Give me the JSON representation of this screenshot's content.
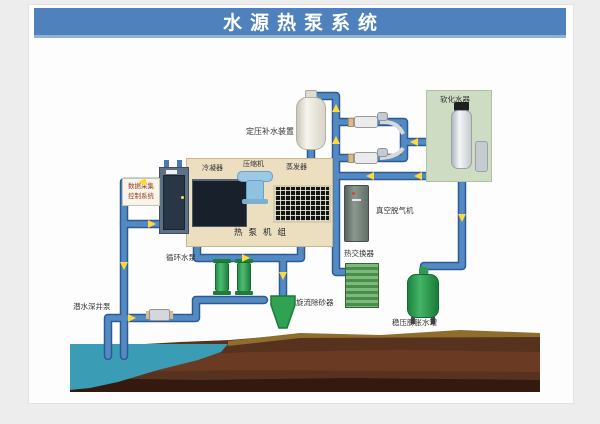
{
  "header": {
    "title": "水源热泵系统"
  },
  "colors": {
    "header_bg": "#4f81bd",
    "pipe": "#538ac2",
    "pipe_edge": "#2d5a94",
    "panel_bg": "#ebdfc0",
    "water": "#3a9cb5",
    "soil": "#57331f",
    "arrow": "#ffd83d",
    "equipment_green": "#2d9a4e"
  },
  "labels": {
    "cabinet_line1": "数据采集",
    "cabinet_line2": "控制系统",
    "pressurization": "定压补水装置",
    "condenser": "冷凝器",
    "compressor": "压缩机",
    "evaporator": "蒸发器",
    "unit_name": "热泵机组",
    "softener": "软化水器",
    "degasser": "真空脱气机",
    "heat_exchanger": "热交换器",
    "expansion_tank": "稳压膨胀水罐",
    "circulation_pump": "循环水泵",
    "desander": "旋流除砂器",
    "well_pump": "潜水深井泵"
  }
}
